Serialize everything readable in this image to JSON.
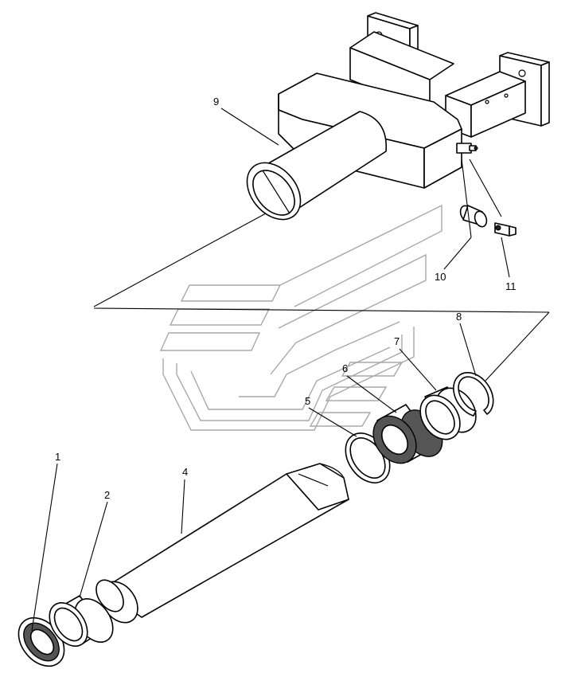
{
  "callouts": {
    "c1": "1",
    "c2": "2",
    "c3": "4",
    "c4": "5",
    "c5": "6",
    "c6": "7",
    "c7": "8",
    "c8": "9",
    "c9": "10",
    "c10": "11"
  },
  "icons": {
    "watermark": "stylized-stripes-logo"
  },
  "colors": {
    "line": "#000000",
    "watermark": "#a8a8a8",
    "background": "#ffffff"
  }
}
